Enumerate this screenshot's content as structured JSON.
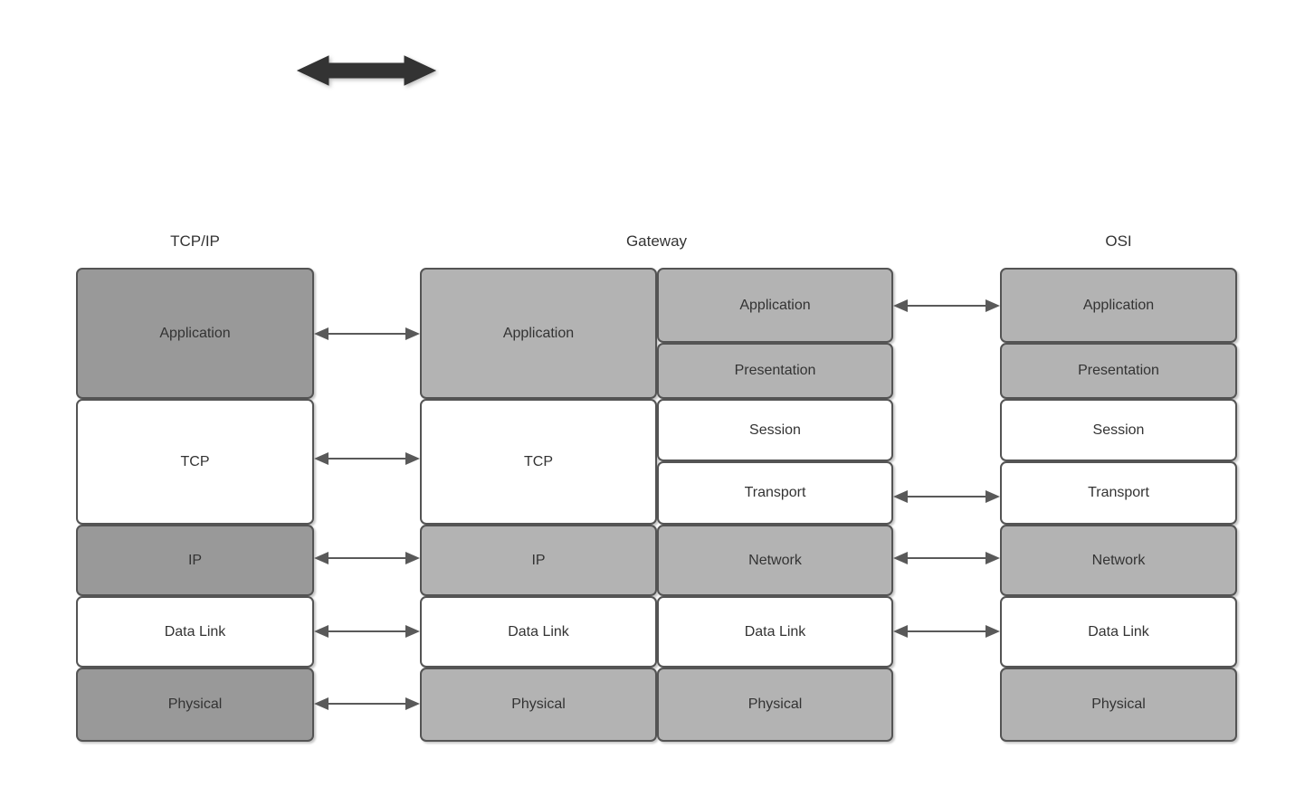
{
  "diagram": {
    "title_top_arrow": "bidirectional-arrow",
    "colors": {
      "dark_gray": "#999999",
      "light_gray": "#b3b3b3",
      "white": "#ffffff",
      "border": "#545454",
      "arrow": "#595959",
      "top_arrow": "#333333"
    },
    "columns": [
      {
        "key": "tcpip",
        "label": "TCP/IP",
        "layers": [
          {
            "label": "Application",
            "shade": "dark"
          },
          {
            "label": "TCP",
            "shade": "white"
          },
          {
            "label": "IP",
            "shade": "dark"
          },
          {
            "label": "Data Link",
            "shade": "white"
          },
          {
            "label": "Physical",
            "shade": "dark"
          }
        ]
      },
      {
        "key": "gateway",
        "label": "Gateway",
        "left_layers": [
          {
            "label": "Application",
            "shade": "light"
          },
          {
            "label": "TCP",
            "shade": "white"
          },
          {
            "label": "IP",
            "shade": "light"
          },
          {
            "label": "Data Link",
            "shade": "white"
          },
          {
            "label": "Physical",
            "shade": "light"
          }
        ],
        "right_layers": [
          {
            "label": "Application",
            "shade": "light"
          },
          {
            "label": "Presentation",
            "shade": "light"
          },
          {
            "label": "Session",
            "shade": "white"
          },
          {
            "label": "Transport",
            "shade": "white"
          },
          {
            "label": "Network",
            "shade": "light"
          },
          {
            "label": "Data Link",
            "shade": "white"
          },
          {
            "label": "Physical",
            "shade": "light"
          }
        ]
      },
      {
        "key": "osi",
        "label": "OSI",
        "layers": [
          {
            "label": "Application",
            "shade": "light"
          },
          {
            "label": "Presentation",
            "shade": "light"
          },
          {
            "label": "Session",
            "shade": "white"
          },
          {
            "label": "Transport",
            "shade": "white"
          },
          {
            "label": "Network",
            "shade": "light"
          },
          {
            "label": "Data Link",
            "shade": "white"
          },
          {
            "label": "Physical",
            "shade": "light"
          }
        ]
      }
    ],
    "connectors_left": [
      {
        "pairs": "Application - Application"
      },
      {
        "pairs": "TCP - TCP"
      },
      {
        "pairs": "IP - IP"
      },
      {
        "pairs": "Data Link - Data Link"
      },
      {
        "pairs": "Physical - Physical"
      }
    ],
    "connectors_right": [
      {
        "pairs": "Application - Application"
      },
      {
        "pairs": "Transport - Transport"
      },
      {
        "pairs": "Network - Network"
      },
      {
        "pairs": "Data Link - Data Link"
      }
    ]
  }
}
